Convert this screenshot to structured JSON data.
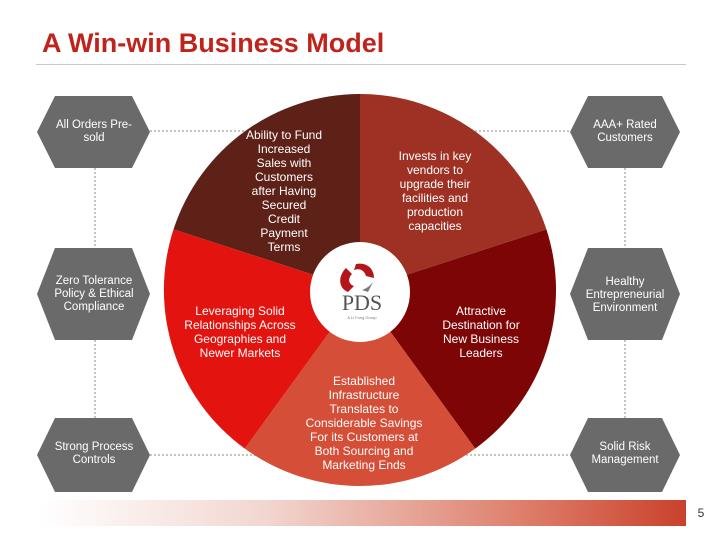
{
  "title": "A Win-win Business Model",
  "hexagons": {
    "top_left": "All Orders Pre-sold",
    "mid_left": "Zero Tolerance Policy & Ethical Compliance",
    "bottom_left": "Strong Process Controls",
    "top_right": "AAA+ Rated Customers",
    "mid_right": "Healthy Entrepreneurial Environment",
    "bottom_right": "Solid Risk Management"
  },
  "segments": {
    "top_left": "Ability to Fund Increased Sales with Customers after Having Secured Credit Payment Terms",
    "top_right": "Invests in key vendors to upgrade their facilities and production capacities",
    "left": "Leveraging Solid Relationships Across Geographies and Newer Markets",
    "right": "Attractive Destination for New Business Leaders",
    "bottom": "Established Infrastructure Translates to Considerable Savings For its Customers at Both Sourcing and Marketing Ends"
  },
  "logo": {
    "name": "PDS",
    "tagline": "A Li Fung Group"
  },
  "page_number": "5",
  "colors": {
    "title": "#c0231c",
    "hexagon": "#6a6a6a",
    "segment_top_left": "#5e2118",
    "segment_top_right": "#9e3123",
    "segment_right": "#7d0505",
    "segment_bottom": "#d44e38",
    "segment_left": "#e3130f",
    "connector": "#c4c4c4"
  }
}
